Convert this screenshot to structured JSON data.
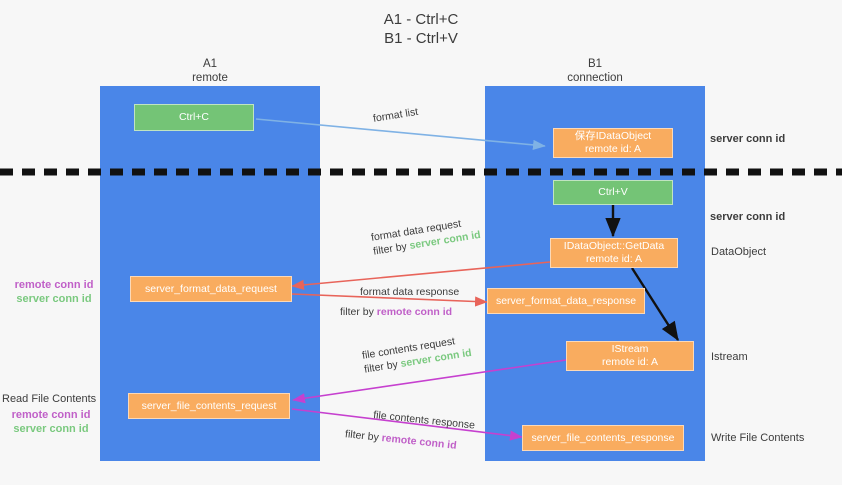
{
  "title": {
    "line1": "A1 - Ctrl+C",
    "line2": "B1 - Ctrl+V"
  },
  "lanes": [
    {
      "id": "a1",
      "name": "A1",
      "role": "remote"
    },
    {
      "id": "b1",
      "name": "B1",
      "role": "connection"
    }
  ],
  "nodes": {
    "ctrl_c": {
      "label": "Ctrl+C"
    },
    "save_dataobject": {
      "label": "保存IDataObject",
      "sub": "remote id: A"
    },
    "ctrl_v": {
      "label": "Ctrl+V"
    },
    "getdata": {
      "label": "IDataObject::GetData",
      "sub": "remote id: A"
    },
    "format_req": {
      "label": "server_format_data_request"
    },
    "format_res": {
      "label": "server_format_data_response"
    },
    "istream": {
      "label": "IStream",
      "sub": "remote id: A"
    },
    "file_req": {
      "label": "server_file_contents_request"
    },
    "file_res": {
      "label": "server_file_contents_response"
    }
  },
  "edges": {
    "format_list": {
      "label": "format list"
    },
    "format_data_req": {
      "label": "format data request",
      "filter_prefix": "filter by ",
      "filter_key": "server conn id"
    },
    "format_data_res": {
      "label": "format data response",
      "filter_prefix": "filter by ",
      "filter_key": "remote conn id"
    },
    "file_contents_req": {
      "label": "file contents request",
      "filter_prefix": "filter by ",
      "filter_key": "server conn id"
    },
    "file_contents_res": {
      "label": "file contents response",
      "filter_prefix": "filter by ",
      "filter_key": "remote conn id"
    }
  },
  "left_annotations": {
    "format_block": {
      "remote": "remote conn id",
      "server": "server conn id"
    },
    "file_block": {
      "heading": "Read File Contents",
      "remote": "remote conn id",
      "server": "server conn id"
    }
  },
  "right_annotations": {
    "server_conn_top": "server conn id",
    "server_conn_second": "server conn id",
    "dataobject": "DataObject",
    "istream": "Istream",
    "write_file": "Write File Contents"
  },
  "colors": {
    "lane": "#4a86e8",
    "green_node": "#74c476",
    "orange_node": "#f9ac5f",
    "server_conn": "#7ac97f",
    "remote_conn": "#c060c8",
    "arrow_blue": "#7fb2e5",
    "arrow_red": "#e8645a",
    "arrow_magenta": "#c640cf",
    "arrow_dark": "#1a1a1a",
    "divider": "#1a1a1a"
  }
}
